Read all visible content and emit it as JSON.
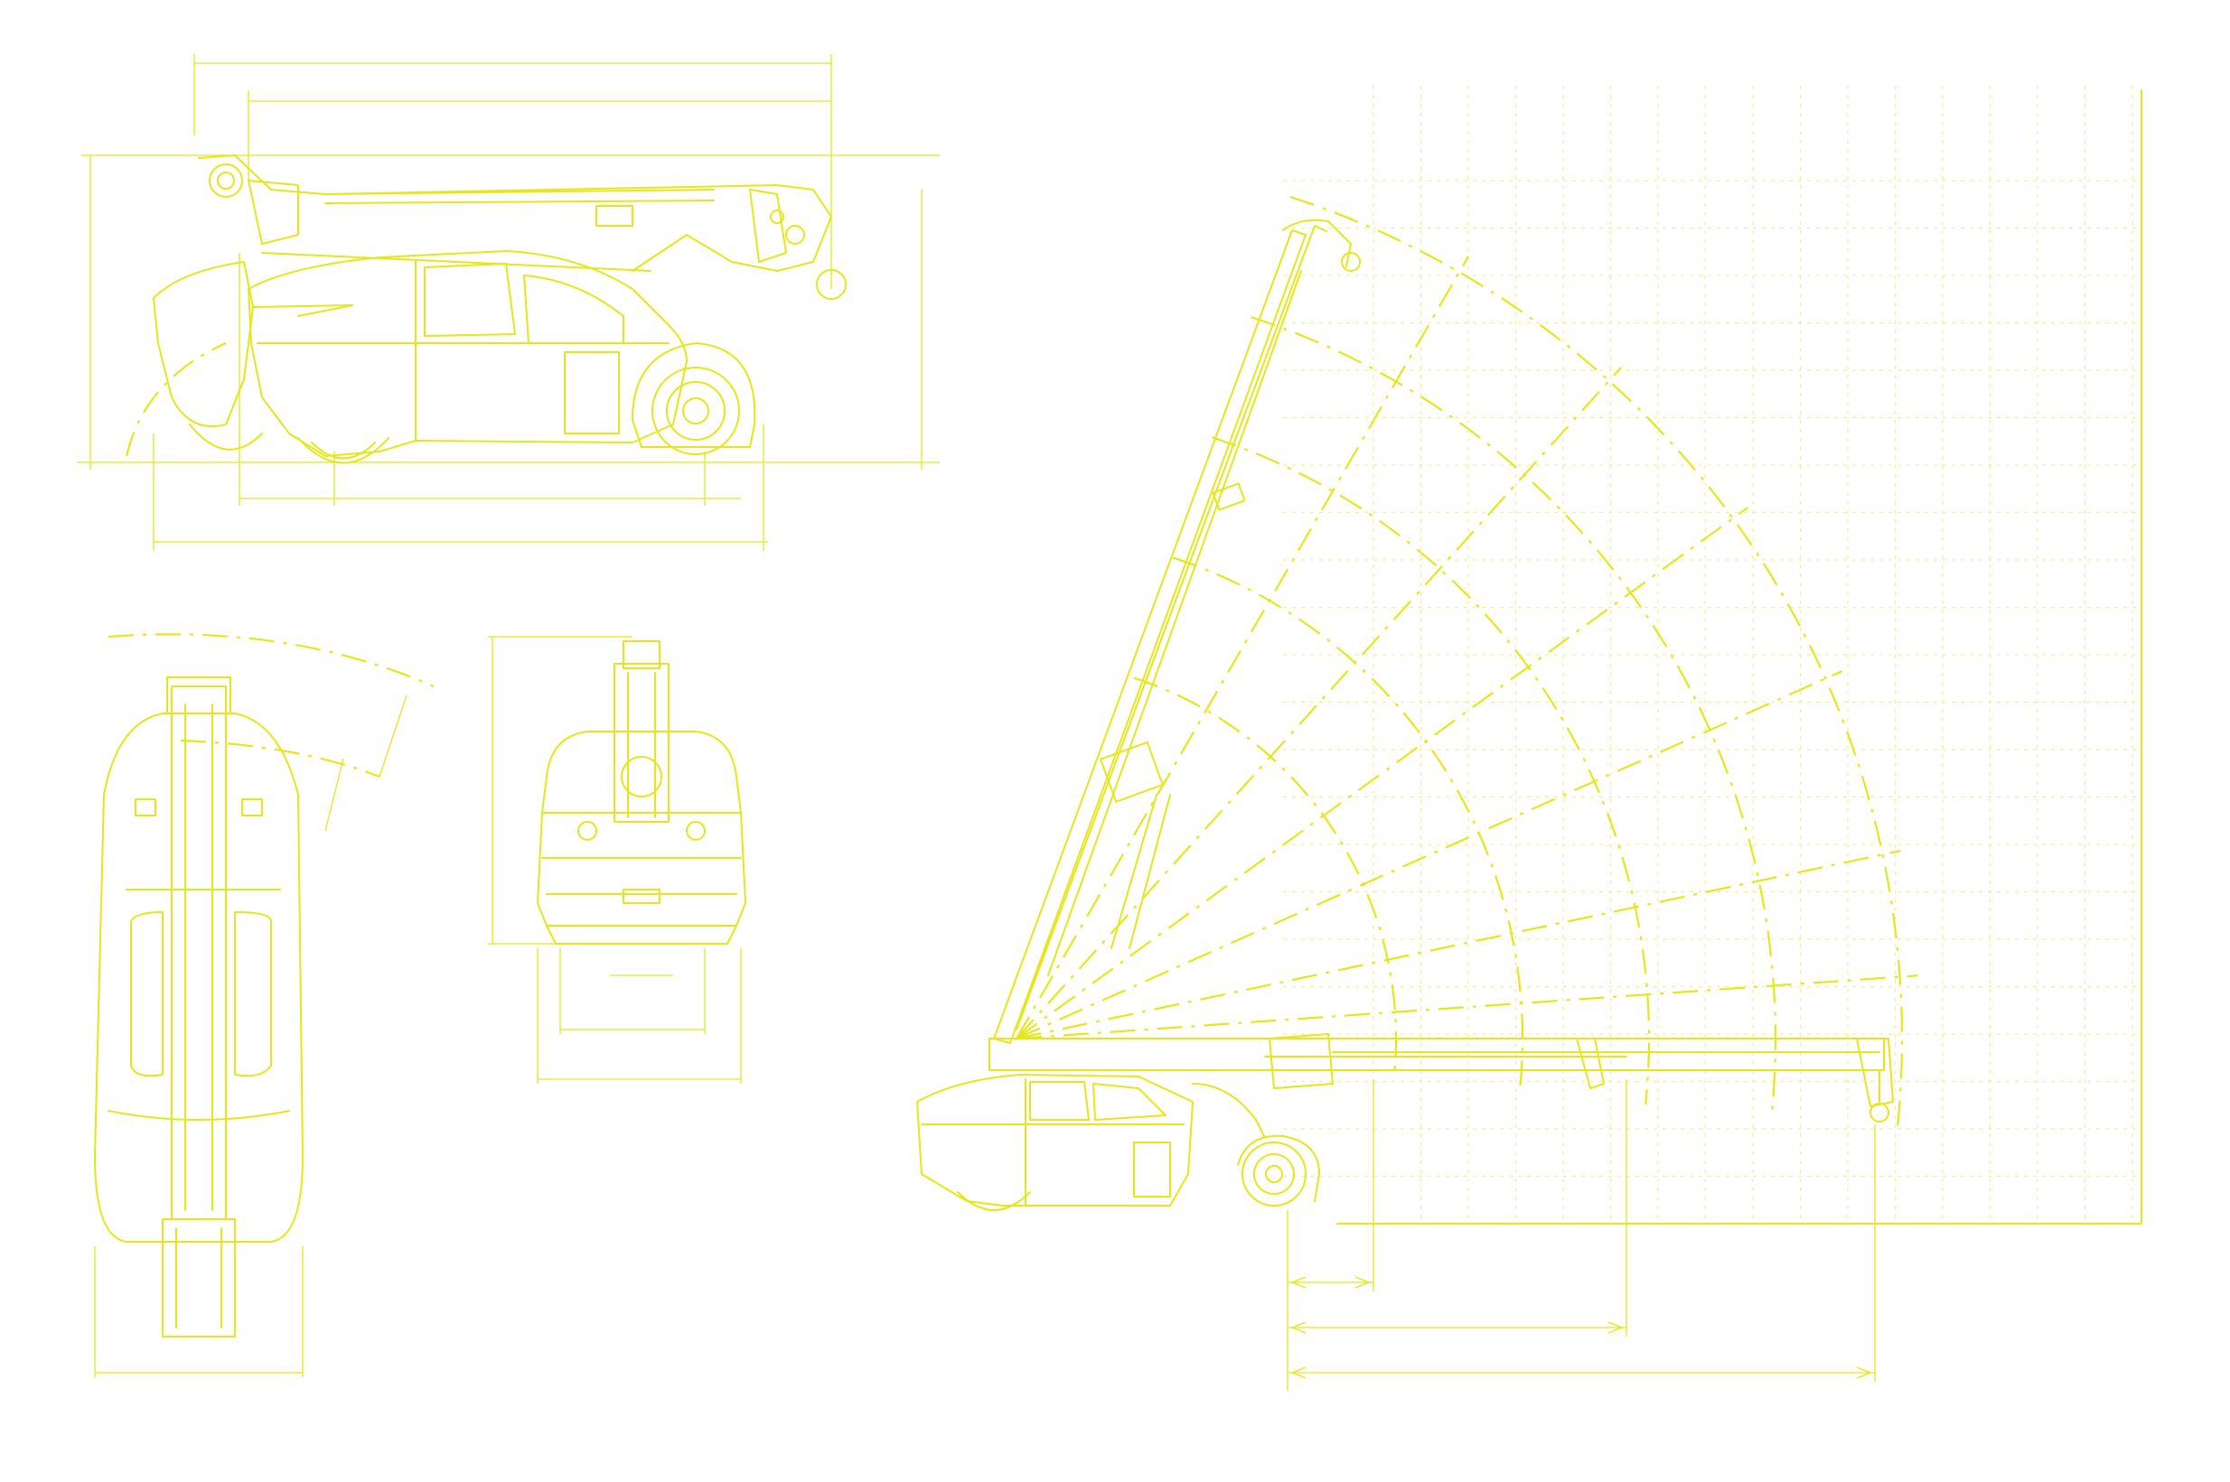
{
  "drawing": {
    "line_color": "#e6e61a",
    "grid_color": "#f0f09a",
    "background": "#ffffff",
    "views": [
      {
        "name": "side-view"
      },
      {
        "name": "top-view"
      },
      {
        "name": "front-view"
      },
      {
        "name": "load-chart-view"
      }
    ]
  }
}
